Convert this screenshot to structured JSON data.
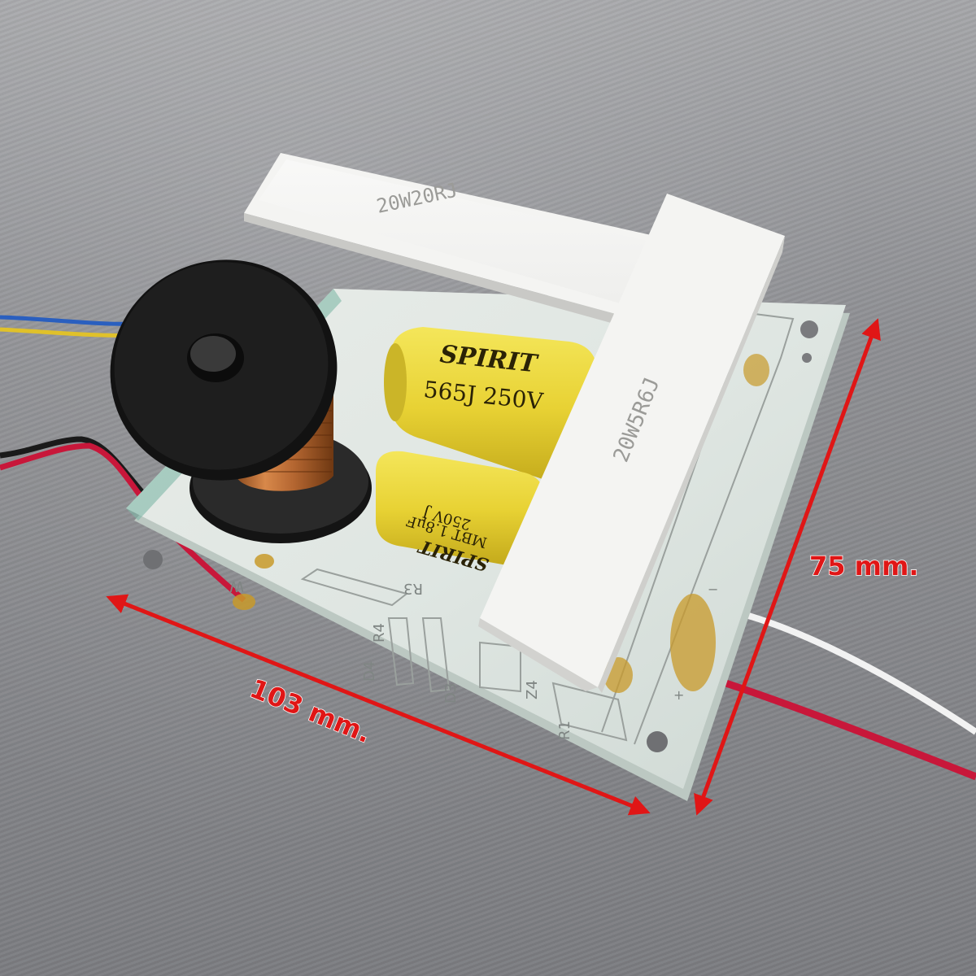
{
  "product": {
    "resistor_top_marking": "20W20RJ",
    "resistor_right_marking": "20W5R6J",
    "cap_large_brand": "SPIRIT",
    "cap_large_value": "565J 250V",
    "cap_small_brand": "SPIRIT",
    "cap_small_line1": "MBT 1.8μF",
    "cap_small_line2": "250V J"
  },
  "pcb_labels": {
    "r3": "R3",
    "r4": "R4",
    "d4": "D4",
    "d3": "D3",
    "z4": "Z4",
    "r1": "R1",
    "w": "W",
    "plus": "+",
    "minus": "−"
  },
  "dimensions": {
    "width_label": "103 mm.",
    "height_label": "75 mm."
  },
  "colors": {
    "arrow": "#e01616",
    "label": "#e01616"
  }
}
